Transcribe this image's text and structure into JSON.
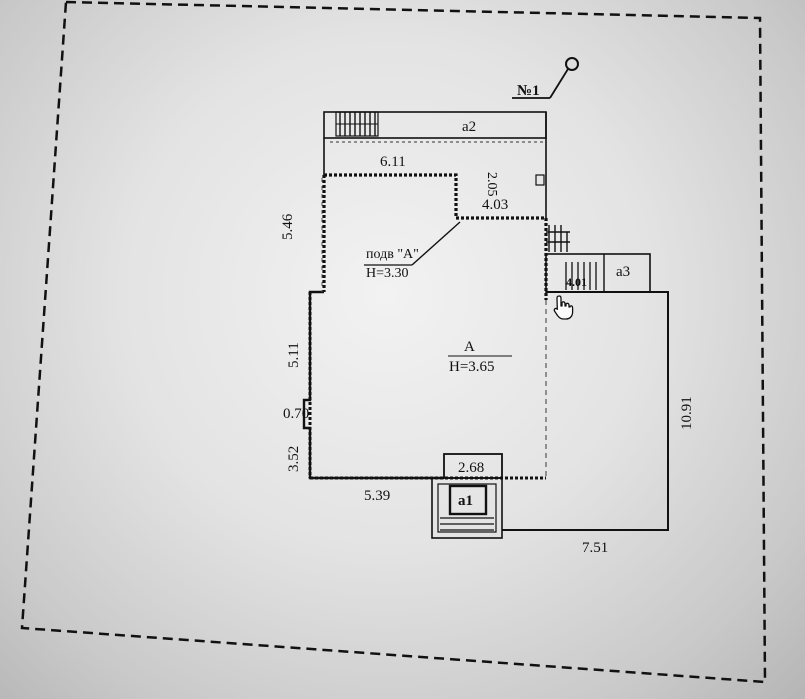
{
  "plan": {
    "marker": "№1",
    "rooms": {
      "main_name": "А",
      "main_height": "H=3.65",
      "basement_name": "подв \"А\"",
      "basement_height": "H=3.30",
      "a1": "а1",
      "a2": "а2",
      "a3": "а3",
      "a3_inner": "4.01"
    },
    "dimensions": {
      "d611": "6.11",
      "d205": "2.05",
      "d403": "4.03",
      "d546": "5.46",
      "d511": "5.11",
      "d070": "0.70",
      "d352": "3.52",
      "d539": "5.39",
      "d268": "2.68",
      "d751": "7.51",
      "d1091": "10.91"
    },
    "colors": {
      "line": "#111111",
      "paper": "#ececec"
    },
    "icons": {
      "cursor": "hand-pointer-icon"
    }
  }
}
